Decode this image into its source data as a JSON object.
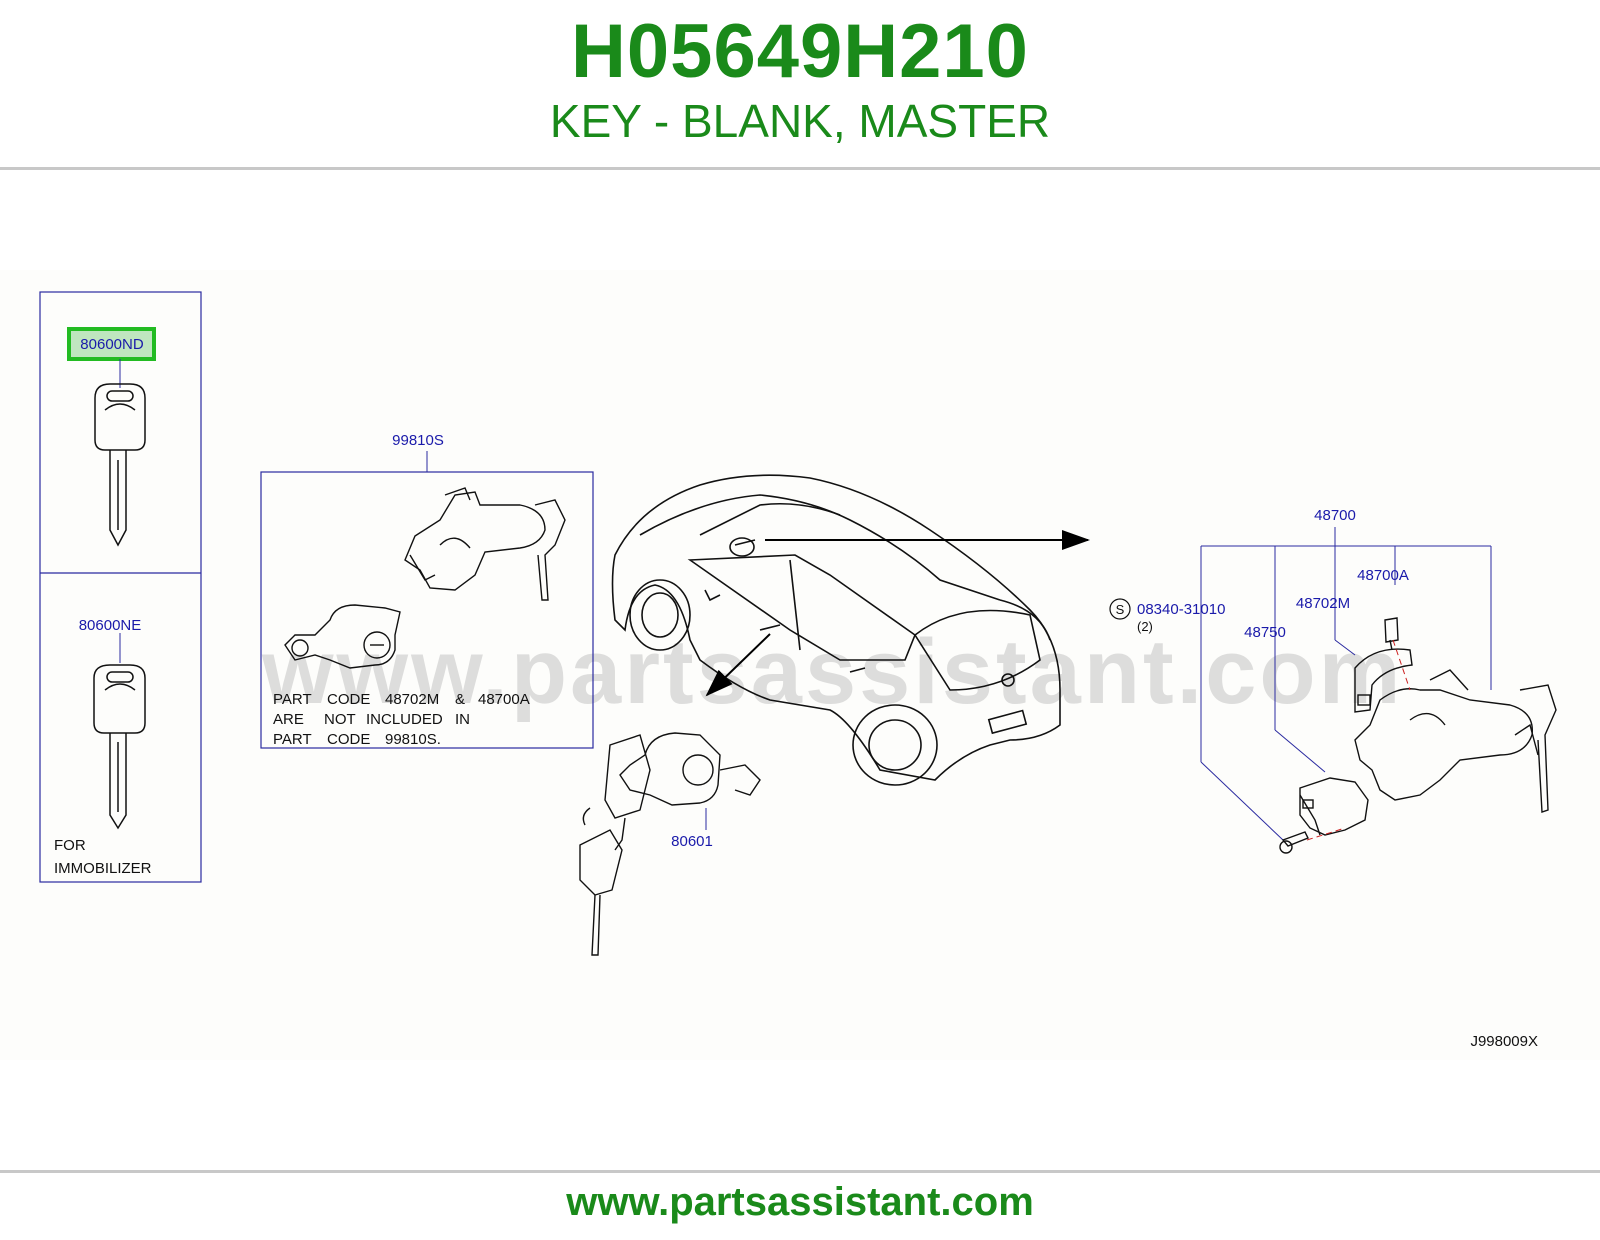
{
  "header": {
    "part_number": "H05649H210",
    "description": "KEY - BLANK, MASTER"
  },
  "diagram": {
    "watermark": "www.partsassistant.com",
    "drawing_code": "J998009X",
    "callouts": {
      "key_nd": "80600ND",
      "key_ne": "80600NE",
      "kit": "99810S",
      "door_cyl": "80601",
      "steer_lock": "48700",
      "lock_a": "48700A",
      "lock_m": "48702M",
      "stopper": "48750",
      "screw": "08340-31010",
      "screw_qty": "(2)",
      "screw_symbol": "S"
    },
    "key_note": [
      "FOR",
      "IMMOBILIZER"
    ],
    "kit_note": [
      [
        "PART",
        "CODE",
        "48702M",
        "&",
        "48700A"
      ],
      [
        "ARE",
        "NOT",
        "INCLUDED",
        "IN"
      ],
      [
        "PART",
        "CODE",
        "99810S."
      ]
    ],
    "highlight_color": "#22bb22",
    "label_color": "#1a1aaa"
  },
  "footer": {
    "url": "www.partsassistant.com"
  }
}
